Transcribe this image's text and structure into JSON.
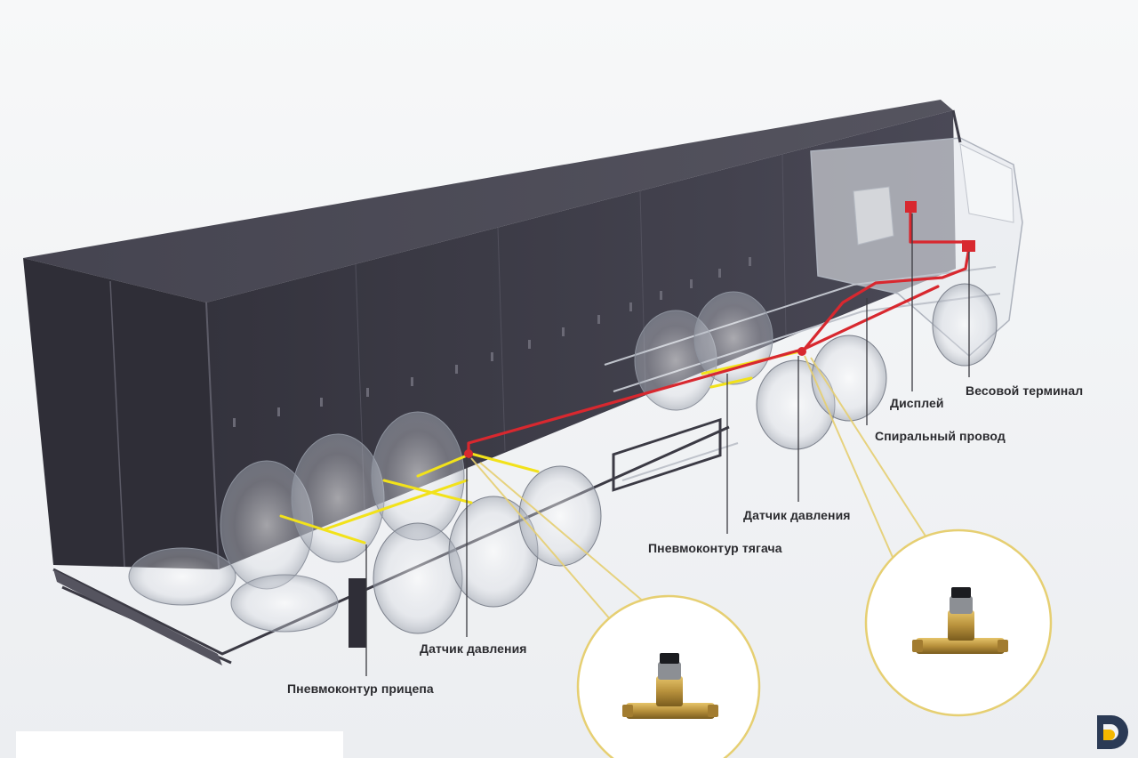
{
  "labels": {
    "weight_terminal": "Весовой терминал",
    "display": "Дисплей",
    "spiral_wire": "Спиральный провод",
    "pressure_sensor_tractor": "Датчик давления",
    "pneumo_tractor": "Пневмоконтур тягача",
    "pressure_sensor_trailer": "Датчик давления",
    "pneumo_trailer": "Пневмоконтур прицепа"
  },
  "colors": {
    "trailer_body": "#3e3d48",
    "trailer_top": "#4b4a56",
    "wiring": "#d8282f",
    "air_circuit": "#f2e21a",
    "callout_ring": "#e6cf72",
    "brass": "#b8913c",
    "label_text": "#2b2b2f",
    "logo_dark": "#2b3a55",
    "logo_accent": "#f5b800"
  },
  "icons": {
    "sensor_fitting": "brass-tee-pressure-sensor-icon",
    "logo": "company-logo-icon"
  }
}
